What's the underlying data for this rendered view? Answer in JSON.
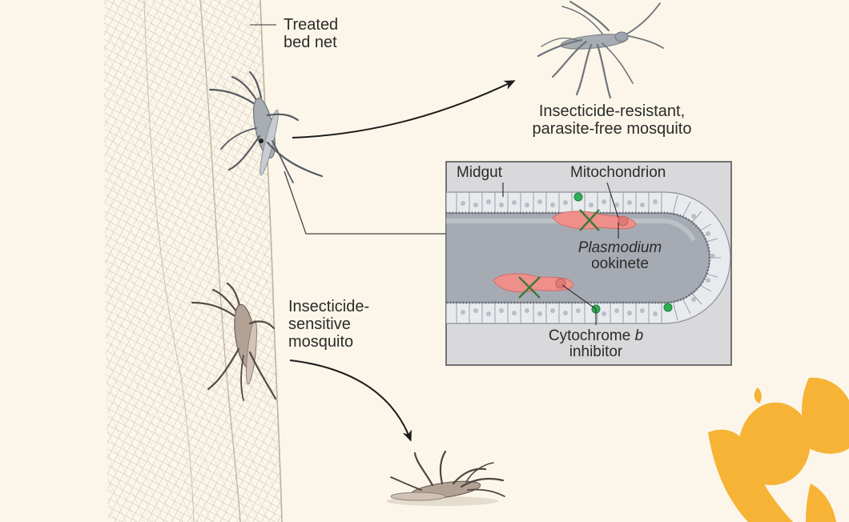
{
  "labels": {
    "bed_net": [
      "Treated",
      "bed net"
    ],
    "resistant": [
      "Insecticide-resistant,",
      "parasite-free mosquito"
    ],
    "sensitive": [
      "Insecticide-",
      "sensitive",
      "mosquito"
    ],
    "inset": {
      "midgut": "Midgut",
      "mitochondrion": "Mitochondrion",
      "plasmodium_genus": "Plasmodium",
      "plasmodium_stage": "ookinete",
      "inhibitor_name": "Cytochrome",
      "inhibitor_italic": "b",
      "inhibitor_word": "inhibitor"
    }
  },
  "colors": {
    "background": "#fbf6e9",
    "net_mesh": "#c9bfae",
    "resistant_mosquito": "#a8adb3",
    "sensitive_mosquito": "#b3a194",
    "inset_panel": "#d9d9dc",
    "gut_lumen": "#a6abb3",
    "cell": "#e8eaee",
    "parasite": "#ef8f8c",
    "block_mark": "#3a7a3a",
    "inhibitor_dot": "#2fae55",
    "logo": "#f6b335"
  },
  "icons": [
    "bed-net",
    "mosquito",
    "arrow",
    "midgut-cross-section",
    "parasite",
    "cross-mark",
    "bee-logo"
  ]
}
